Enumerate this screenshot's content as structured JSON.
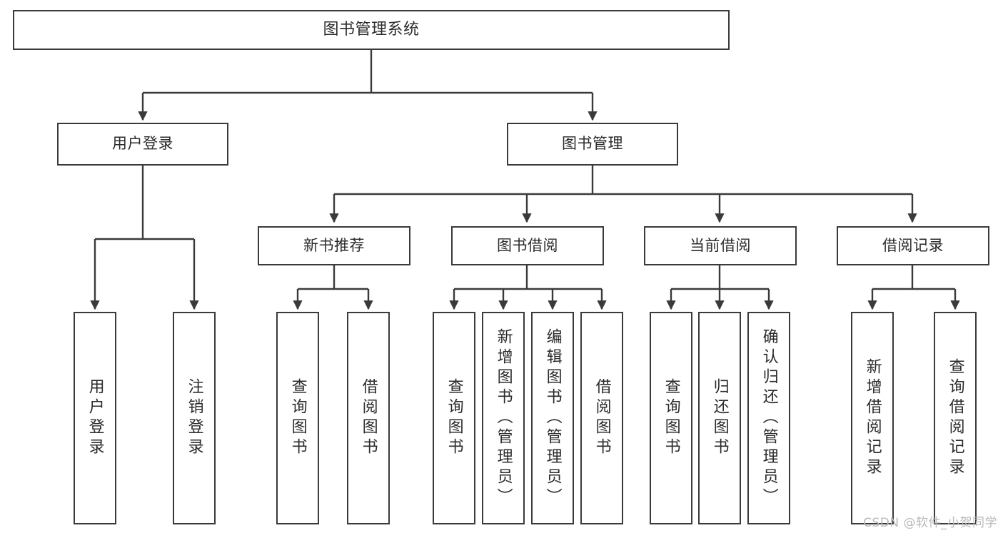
{
  "diagram": {
    "title": "图书管理系统",
    "watermark": "CSDN @软件_小贺同学",
    "colors": {
      "stroke": "#3a3a3a",
      "text": "#2b2b2b",
      "background": "#ffffff",
      "watermark": "#b9b9b9"
    },
    "root": {
      "label": "图书管理系统"
    },
    "level1": [
      {
        "label": "用户登录"
      },
      {
        "label": "图书管理"
      }
    ],
    "level2": [
      {
        "label": "新书推荐"
      },
      {
        "label": "图书借阅"
      },
      {
        "label": "当前借阅"
      },
      {
        "label": "借阅记录"
      }
    ],
    "leaves": {
      "user_login": [
        {
          "label": "用户登录"
        },
        {
          "label": "注销登录"
        }
      ],
      "new_book": [
        {
          "label": "查询图书"
        },
        {
          "label": "借阅图书"
        }
      ],
      "borrow_book": [
        {
          "label": "查询图书"
        },
        {
          "label": "新增图书（管理员）"
        },
        {
          "label": "编辑图书（管理员）"
        },
        {
          "label": "借阅图书"
        }
      ],
      "current_borrow": [
        {
          "label": "查询图书"
        },
        {
          "label": "归还图书"
        },
        {
          "label": "确认归还（管理员）"
        }
      ],
      "borrow_record": [
        {
          "label": "新增借阅记录"
        },
        {
          "label": "查询借阅记录"
        }
      ]
    }
  }
}
